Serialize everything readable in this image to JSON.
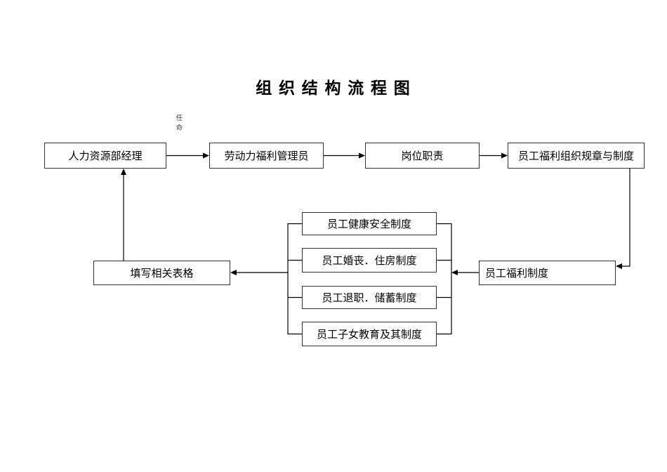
{
  "title": "组 织 结 构 流 程 图",
  "annotations": {
    "appointment": "任命"
  },
  "nodes": {
    "hr_manager": {
      "label": "人力资源部经理"
    },
    "welfare_admin": {
      "label": "劳动力福利管理员"
    },
    "job_duties": {
      "label": "岗位职责"
    },
    "org_rules": {
      "label": "员工福利组织规章与制度"
    },
    "fill_forms": {
      "label": "填写相关表格"
    },
    "welfare_system": {
      "label": "员工福利制度"
    },
    "health_safety": {
      "label": "员工健康安全制度"
    },
    "marriage_housing": {
      "label": "员工婚丧．住房制度"
    },
    "retirement_savings": {
      "label": "员工退职．储蓄制度"
    },
    "children_education": {
      "label": "员工子女教育及其制度"
    }
  },
  "edges": [
    {
      "from": "hr_manager",
      "to": "welfare_admin",
      "label": "任命"
    },
    {
      "from": "welfare_admin",
      "to": "job_duties"
    },
    {
      "from": "job_duties",
      "to": "org_rules"
    },
    {
      "from": "org_rules",
      "to": "welfare_system"
    },
    {
      "from": "welfare_system",
      "to": "sub_system_group"
    },
    {
      "from": "sub_system_group",
      "to": "fill_forms"
    },
    {
      "from": "fill_forms",
      "to": "hr_manager"
    }
  ],
  "colors": {
    "background": "#ffffff",
    "line": "#000000",
    "box_border": "#333333",
    "text": "#000000"
  }
}
